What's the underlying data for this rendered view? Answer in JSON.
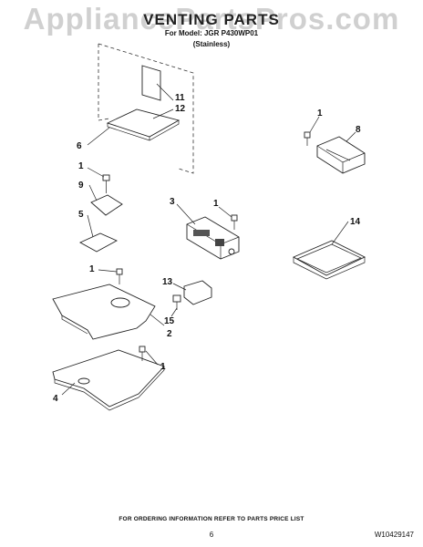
{
  "watermark": "AppliancePartsPros.com",
  "header": {
    "title": "VENTING PARTS",
    "model_line": "For Model: JGR P430WP01",
    "finish": "(Stainless)"
  },
  "callouts": [
    "1",
    "1",
    "1",
    "1",
    "1",
    "2",
    "3",
    "4",
    "5",
    "6",
    "8",
    "9",
    "11",
    "12",
    "13",
    "14",
    "15"
  ],
  "footer": {
    "ordering_note": "FOR ORDERING INFORMATION REFER TO PARTS PRICE LIST",
    "page_number": "6",
    "doc_number": "W10429147"
  }
}
